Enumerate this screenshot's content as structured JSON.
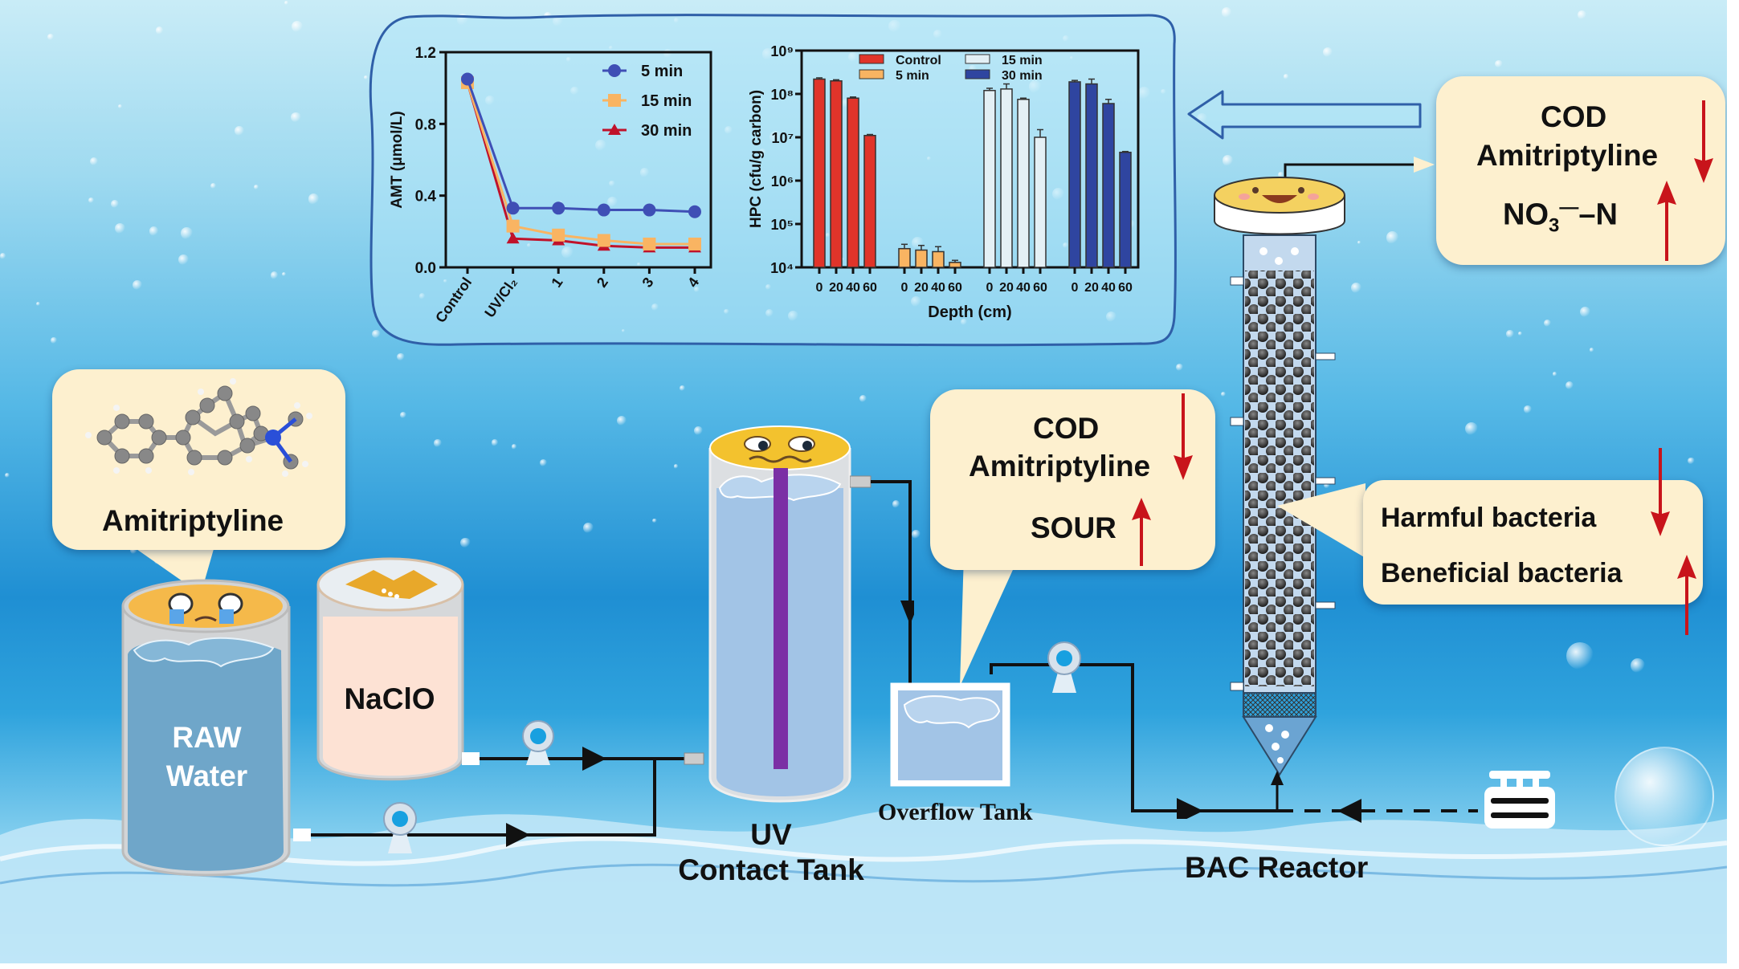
{
  "figure": {
    "title": "UV/Cl2 pre-oxidation followed by BAC treatment of amitriptyline-contaminated water",
    "colors": {
      "callout_fill": "#fdf0cf",
      "arrow_red": "#c8141b",
      "uv_lamp": "#7b2fa5",
      "pipe": "#111111",
      "frame_blue": "#2f5fa8"
    }
  },
  "labels": {
    "amitriptyline_callout": "Amitriptyline",
    "raw_water_line1": "RAW",
    "raw_water_line2": "Water",
    "naclo": "NaClO",
    "uv_line1": "UV",
    "uv_line2": "Contact Tank",
    "overflow_tank": "Overflow Tank",
    "bac_reactor": "BAC Reactor"
  },
  "callouts": {
    "uv_effluent": {
      "items": [
        {
          "text": "COD",
          "trend": "down"
        },
        {
          "text": "Amitriptyline",
          "trend": "down"
        },
        {
          "text": "SOUR",
          "trend": "up"
        }
      ]
    },
    "bac_effluent": {
      "items": [
        {
          "text": "COD",
          "trend": "down"
        },
        {
          "text": "Amitriptyline",
          "trend": "down"
        },
        {
          "text_main": "NO",
          "text_sub": "3",
          "text_sup": "—",
          "text_tail": "–N",
          "trend": "up"
        }
      ]
    },
    "bac_media": {
      "items": [
        {
          "text": "Harmful bacteria",
          "trend": "down"
        },
        {
          "text": "Beneficial bacteria",
          "trend": "up"
        }
      ]
    }
  },
  "chart_data": [
    {
      "type": "line",
      "title": "",
      "xlabel": "",
      "ylabel": "AMT (μmol/L)",
      "categories": [
        "Control",
        "UV/Cl₂",
        "1",
        "2",
        "3",
        "4"
      ],
      "ylim": [
        0.0,
        1.2
      ],
      "yticks": [
        "0.0",
        "0.4",
        "0.8",
        "1.2"
      ],
      "ytick_values": [
        0.0,
        0.4,
        0.8,
        1.2
      ],
      "legend_position": "top-right",
      "grid": false,
      "series": [
        {
          "name": "5 min",
          "color": "#3f4fb5",
          "marker": "circle",
          "values": [
            1.05,
            0.33,
            0.33,
            0.32,
            0.32,
            0.31
          ]
        },
        {
          "name": "15 min",
          "color": "#f9b462",
          "marker": "square",
          "values": [
            1.03,
            0.23,
            0.18,
            0.15,
            0.13,
            0.13
          ]
        },
        {
          "name": "30 min",
          "color": "#c0122a",
          "marker": "triangle",
          "values": [
            1.03,
            0.16,
            0.15,
            0.12,
            0.11,
            0.11
          ]
        }
      ]
    },
    {
      "type": "bar",
      "title": "",
      "xlabel": "Depth (cm)",
      "ylabel": "HPC (cfu/g carbon)",
      "yscale": "log",
      "ylim": [
        10000,
        1000000000
      ],
      "yticks": [
        "10⁴",
        "10⁵",
        "10⁶",
        "10⁷",
        "10⁸",
        "10⁹"
      ],
      "ytick_exponents": [
        4,
        5,
        6,
        7,
        8,
        9
      ],
      "categories": [
        "0",
        "20",
        "40",
        "60"
      ],
      "legend_position": "top",
      "grid": false,
      "series": [
        {
          "name": "Control",
          "color": "#e0342a",
          "values": [
            220000000,
            200000000,
            80000000,
            11000000
          ],
          "errors": [
            15000000,
            12000000,
            5000000,
            600000
          ]
        },
        {
          "name": "5 min",
          "color": "#f9b462",
          "values": [
            27000,
            25000,
            23000,
            13000
          ],
          "errors": [
            7000,
            7000,
            7000,
            1500
          ]
        },
        {
          "name": "15 min",
          "color": "#e4f0f5",
          "values": [
            120000000,
            130000000,
            75000000,
            10000000
          ],
          "errors": [
            15000000,
            40000000,
            5000000,
            5000000
          ]
        },
        {
          "name": "30 min",
          "color": "#2f45a0",
          "values": [
            190000000,
            170000000,
            60000000,
            4500000
          ],
          "errors": [
            15000000,
            50000000,
            15000000,
            200000
          ]
        }
      ]
    }
  ]
}
